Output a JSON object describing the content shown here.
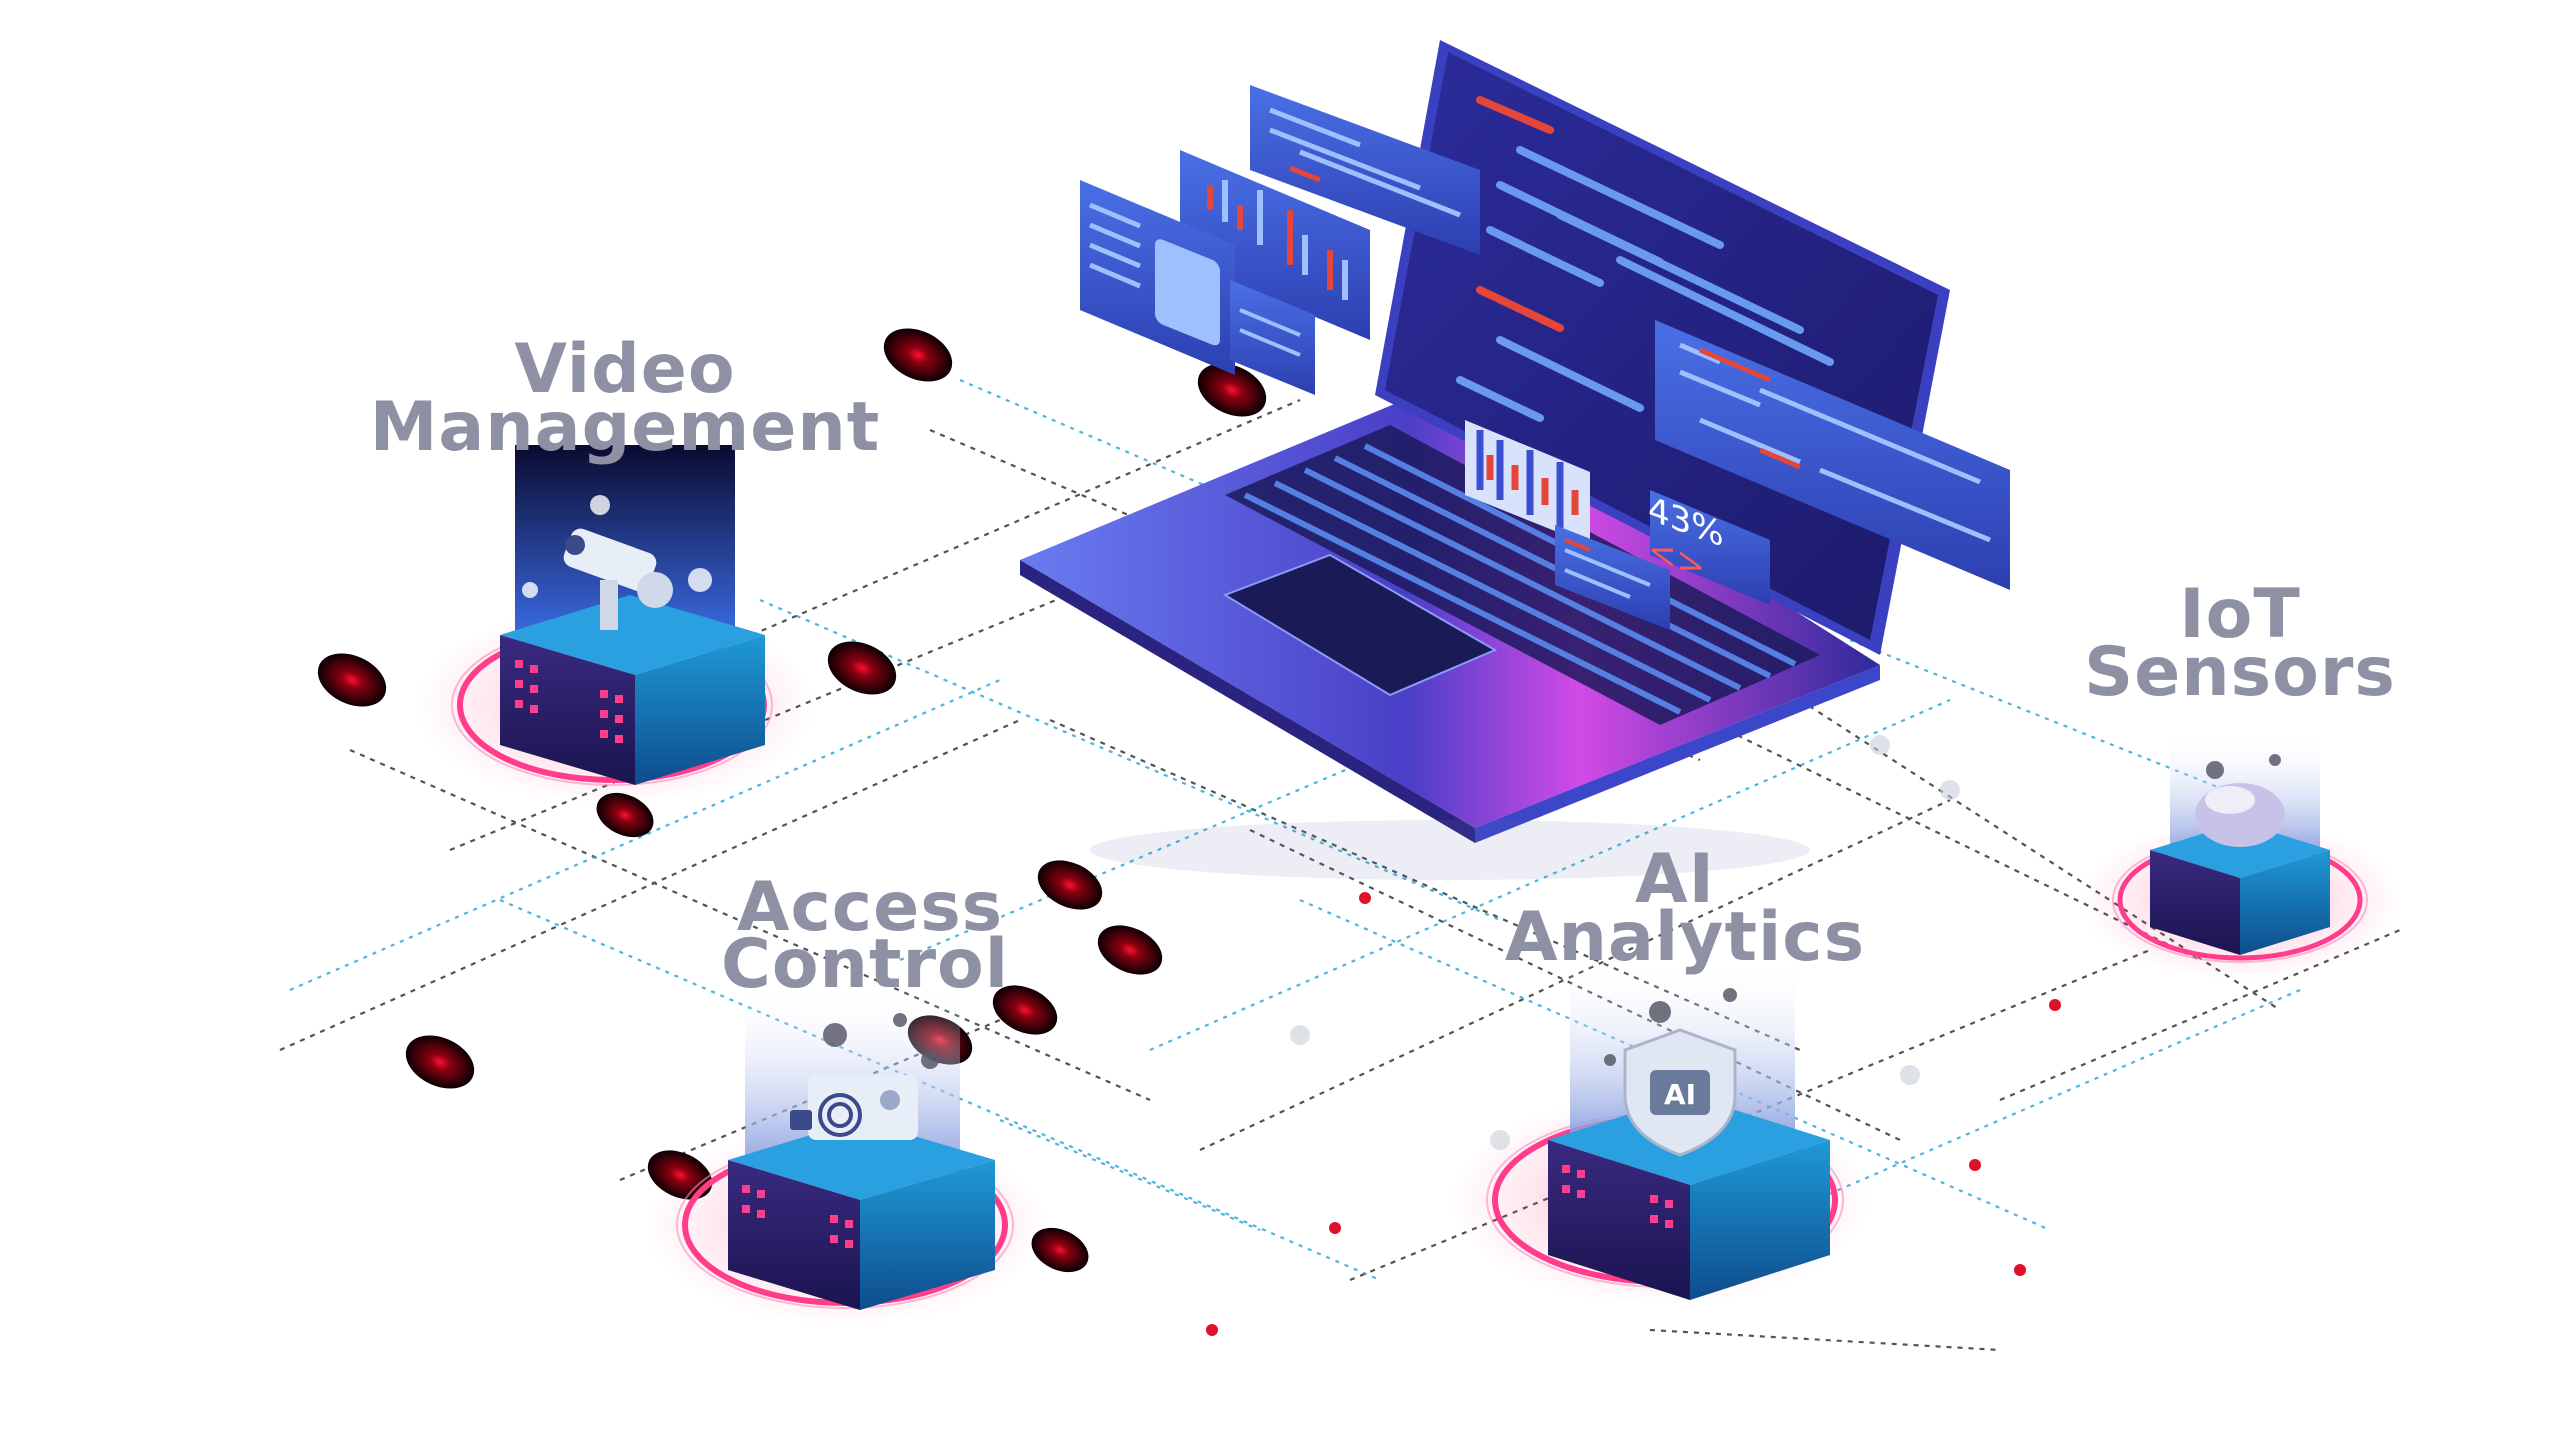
{
  "labels": {
    "video_line1": "Video",
    "video_line2": "Management",
    "iot_line1": "IoT",
    "iot_line2": "Sensors",
    "access_line1": "Access",
    "access_line2": "Control",
    "ai_line1": "AI",
    "ai_line2": "Analytics"
  },
  "screen": {
    "progress_text": "43%",
    "progress_code": "<>"
  },
  "chip": {
    "ai_text": "AI"
  },
  "colors": {
    "label": "#8e90a4",
    "accent_pink": "#ff3d8b",
    "laptop_blue": "#3a3fb8",
    "screen_dark": "#2a2a8a",
    "server_teal": "#1b86c4",
    "server_purple": "#4a2a8a",
    "node_red": "#e0102a"
  },
  "icons": [
    "cctv-camera-icon",
    "fingerprint-icon",
    "ai-shield-icon",
    "sensor-dome-icon",
    "laptop-icon"
  ]
}
